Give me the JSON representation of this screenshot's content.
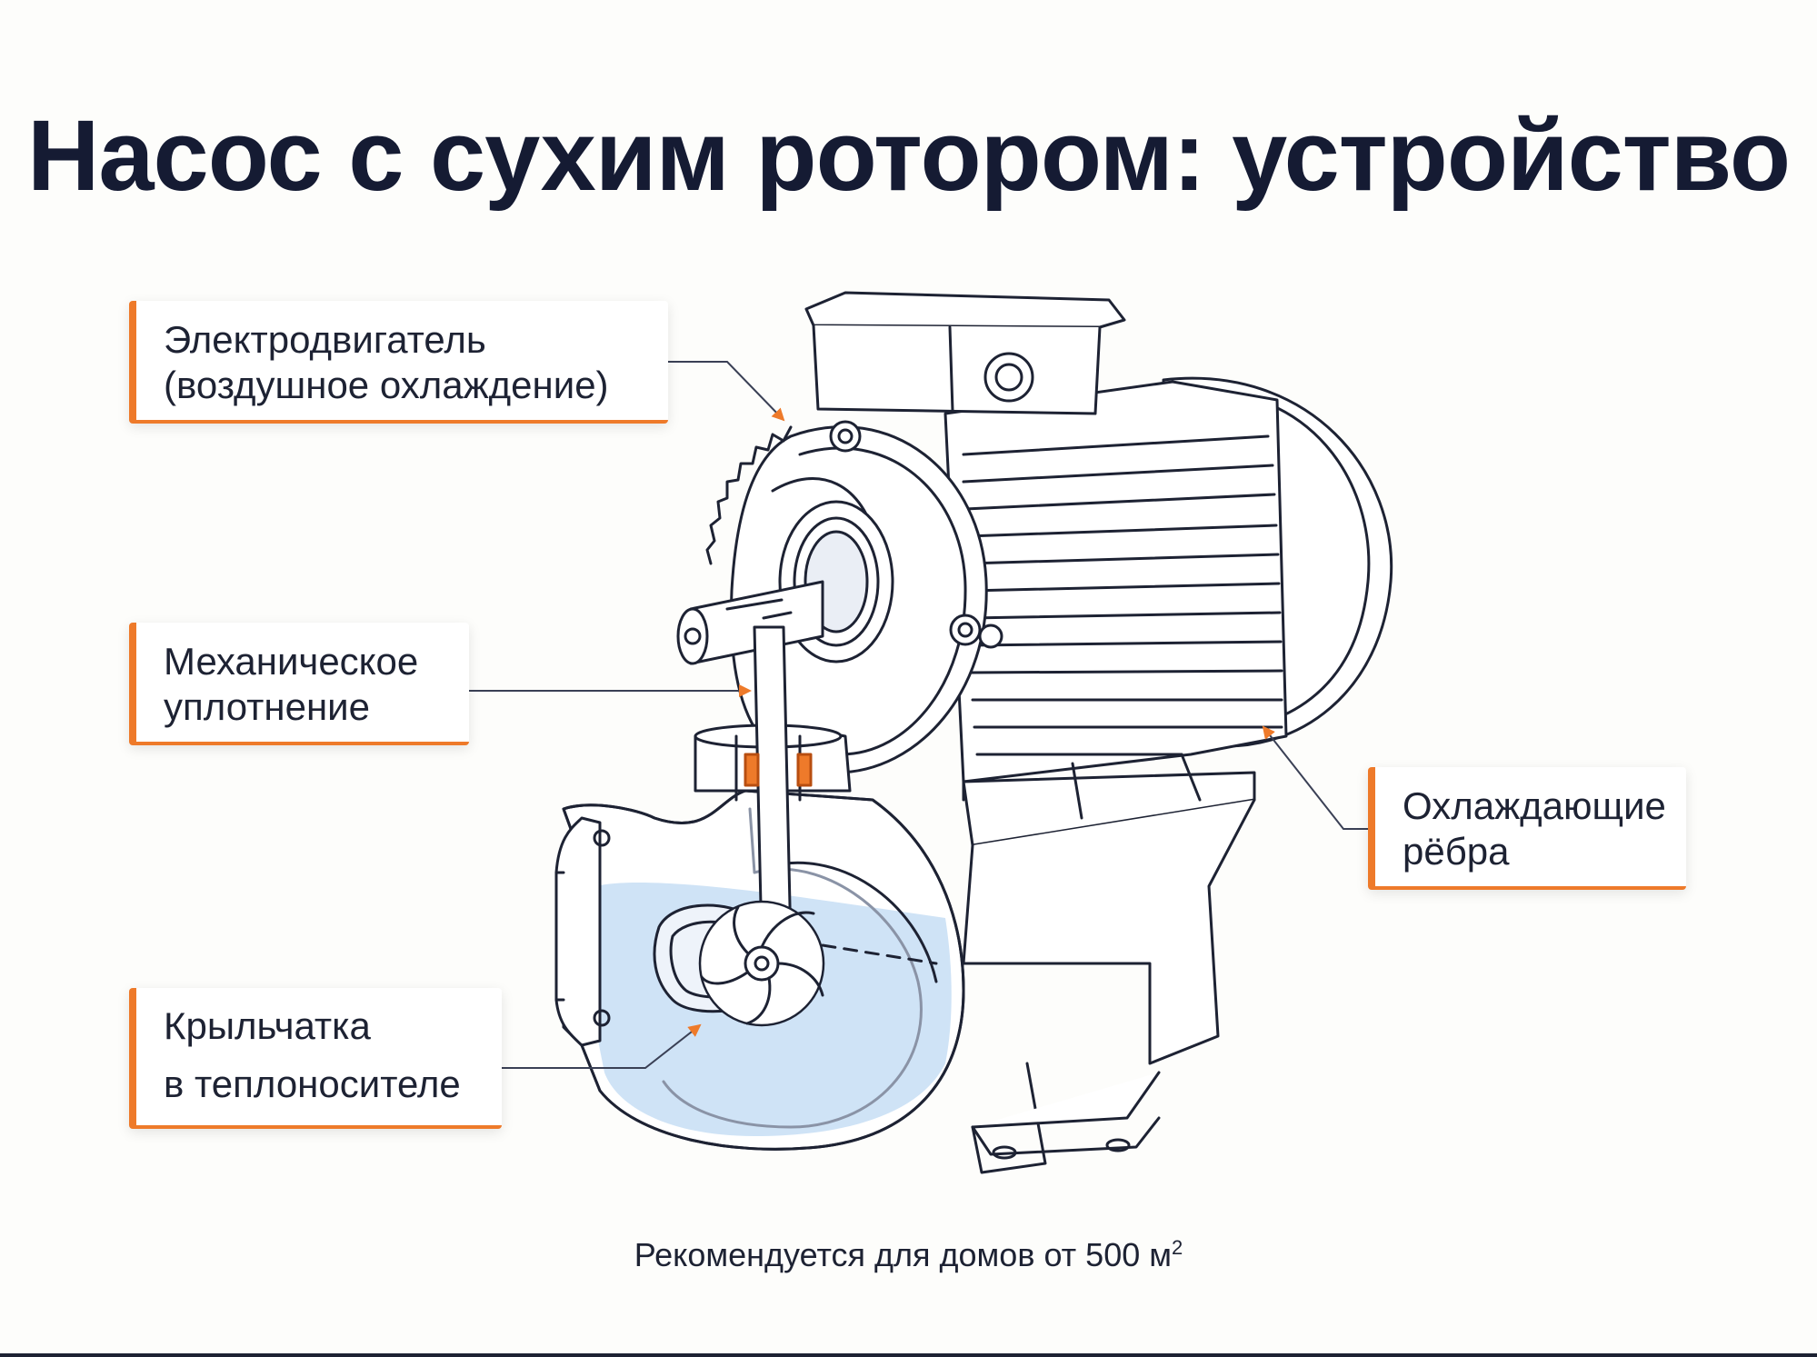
{
  "title": "Насос с сухим ротором: устройство",
  "callouts": {
    "motor": {
      "line1": "Электродвигатель",
      "line2": "(воздушное охлаждение)"
    },
    "seal": {
      "line1": "Механическое",
      "line2": "уплотнение"
    },
    "impeller": {
      "line1": "Крыльчатка",
      "line2": "в теплоносителе"
    },
    "fins": {
      "line1": "Охлаждающие",
      "line2": "рёбра"
    }
  },
  "footnote": {
    "text": "Рекомендуется для домов от 500 м",
    "superscript": "2"
  },
  "colors": {
    "accent": "#ee7a2a",
    "outline": "#1d2233",
    "coolant": "#cfe3f6",
    "seal": "#ee7a2a"
  }
}
